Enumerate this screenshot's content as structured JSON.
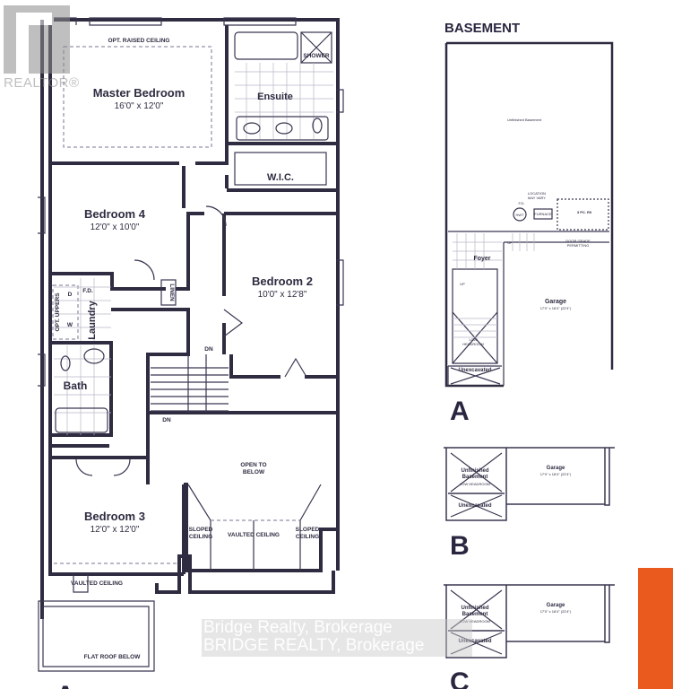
{
  "logo": {
    "text": "REALTOR®"
  },
  "watermark": {
    "line1": "Bridge Realty, Brokerage",
    "line2": "BRIDGE REALTY, Brokerage"
  },
  "accent_color": "#ea5a1f",
  "wall_color": "#2f2b40",
  "upper_floor": {
    "opt_raised_ceiling": "OPT. RAISED CEILING",
    "master": {
      "name": "Master Bedroom",
      "size": "16'0\" x 12'0\""
    },
    "shower": "SHOWER",
    "ensuite": "Ensuite",
    "wic": "W.I.C.",
    "bedroom4": {
      "name": "Bedroom 4",
      "size": "12'0\" x 10'0\""
    },
    "bedroom2": {
      "name": "Bedroom 2",
      "size": "10'0\" x 12'8\""
    },
    "linen": "LINEN",
    "opt_uppers": "OPT. UPPERS",
    "dryer": "D",
    "washer": "W",
    "floor_drain": "F.D.",
    "laundry": "Laundry",
    "bath": "Bath",
    "dn1": "DN",
    "dn2": "DN",
    "open_to_below": [
      "OPEN TO",
      "BELOW"
    ],
    "bedroom3": {
      "name": "Bedroom 3",
      "size": "12'0\" x 12'0\""
    },
    "sloped_ceiling_left": [
      "SLOPED",
      "CEILING"
    ],
    "sloped_ceiling_right": [
      "SLOPED",
      "CEILING"
    ],
    "vaulted_ceiling_center": "VAULTED CEILING",
    "vaulted_ceiling_bed3": "VAULTED CEILING",
    "flat_roof": "FLAT ROOF BELOW",
    "elevation_letter": "A"
  },
  "basement": {
    "title": "BASEMENT",
    "plan_a": {
      "unfinished": "Unfinished Basement",
      "location_may_vary": [
        "LOCATION",
        "MAY VARY"
      ],
      "fd": "F.D.",
      "hwt": "HWT",
      "furnace": "FURNACE",
      "rough_in": "3 PC. R/I",
      "door_grade": [
        "DOOR GRADE",
        "PERMITTING"
      ],
      "up1": "UP",
      "up2": "UP",
      "foyer": "Foyer",
      "garage": "Garage",
      "garage_size": "17'0\" x 18'4\" (22'4\")",
      "low_headroom": [
        "LOW",
        "HEADROOM"
      ],
      "unexcavated": "Unexcavated",
      "letter": "A"
    },
    "plan_b": {
      "unfinished": [
        "Unfinished",
        "Basement"
      ],
      "low_headroom": "LOW HEADROOM",
      "garage": "Garage",
      "garage_size": "17'0\" x 18'4\" (22'4\")",
      "unexcavated": "Unexcavated",
      "letter": "B"
    },
    "plan_c": {
      "unfinished": [
        "Unfinished",
        "Basement"
      ],
      "low_headroom": "LOW HEADROOM",
      "garage": "Garage",
      "garage_size": "17'0\" x 18'4\" (22'4\")",
      "unexcavated": "Unexcavated",
      "letter": "C"
    }
  }
}
